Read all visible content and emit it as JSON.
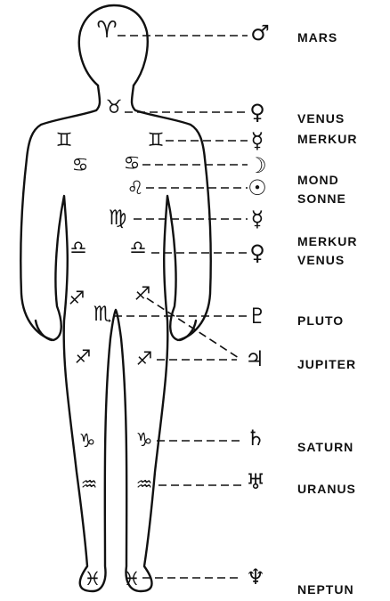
{
  "signs": {
    "aries": "♈",
    "taurus": "♉",
    "gemini": "♊",
    "cancer": "♋",
    "leo": "♌",
    "virgo": "♍",
    "libra": "♎",
    "scorpio": "♏",
    "sagittarius": "♐",
    "capricorn": "♑",
    "aquarius": "♒",
    "pisces": "♓"
  },
  "planets": {
    "mars": "♂",
    "venus": "♀",
    "mercury": "☿",
    "moon": "☽",
    "sun": "☉",
    "pluto": "♇",
    "jupiter": "♃",
    "saturn": "♄",
    "uranus": "♅",
    "neptune": "♆"
  },
  "labels": {
    "mars": "MARS",
    "venus_1": "VENUS",
    "merkur_1": "MERKUR",
    "mond": "MOND",
    "sonne": "SONNE",
    "merkur_2": "MERKUR",
    "venus_2": "VENUS",
    "pluto": "PLUTO",
    "jupiter": "JUPITER",
    "saturn": "SATURN",
    "uranus": "URANUS",
    "neptun": "NEPTUN"
  }
}
